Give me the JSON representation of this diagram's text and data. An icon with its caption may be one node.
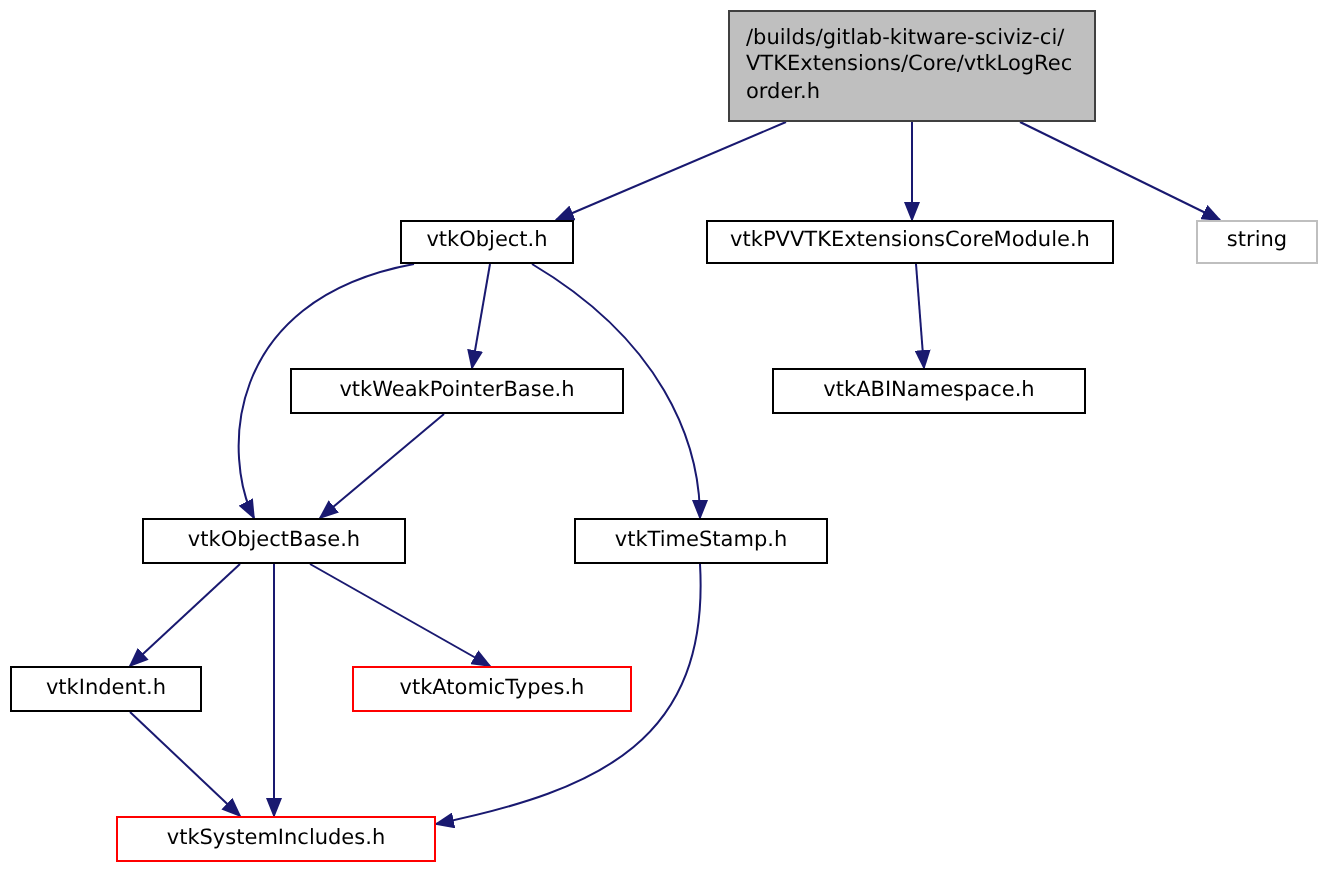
{
  "diagram": {
    "nodes": [
      {
        "text": [
          "/builds/gitlab-kitware-sciviz-ci/VTKExtensions/Core/vtkLogRecorder.h"
        ]
      },
      {
        "text": [
          "vtkObject.h"
        ]
      },
      {
        "text": [
          "vtkPVVTKExtensionsCoreModule.h"
        ]
      },
      {
        "text": [
          "string"
        ]
      },
      {
        "text": [
          "vtkWeakPointerBase.h"
        ]
      },
      {
        "text": [
          "vtkABINamespace.h"
        ]
      },
      {
        "text": [
          "vtkObjectBase.h"
        ]
      },
      {
        "text": [
          "vtkTimeStamp.h"
        ]
      },
      {
        "text": [
          "vtkIndent.h"
        ]
      },
      {
        "text": [
          "vtkAtomicTypes.h"
        ]
      },
      {
        "text": [
          "vtkSystemIncludes.h"
        ]
      }
    ],
    "edges": [
      {
        "from": 0,
        "to": 1,
        "arrow": "to"
      },
      {
        "from": 0,
        "to": 2,
        "arrow": "to"
      },
      {
        "from": 0,
        "to": 3,
        "arrow": "to"
      },
      {
        "from": 2,
        "to": 5,
        "arrow": "to"
      },
      {
        "from": 1,
        "to": 4,
        "arrow": "to"
      },
      {
        "from": 1,
        "to": 6,
        "arrow": "to"
      },
      {
        "from": 1,
        "to": 7,
        "arrow": "to"
      },
      {
        "from": 4,
        "to": 6,
        "arrow": "to"
      },
      {
        "from": 6,
        "to": 8,
        "arrow": "to"
      },
      {
        "from": 6,
        "to": 10,
        "arrow": "to"
      },
      {
        "from": 6,
        "to": 9,
        "arrow": "to"
      },
      {
        "from": 8,
        "to": 10,
        "arrow": "to"
      },
      {
        "from": 7,
        "to": 10,
        "arrow": "to"
      }
    ]
  }
}
